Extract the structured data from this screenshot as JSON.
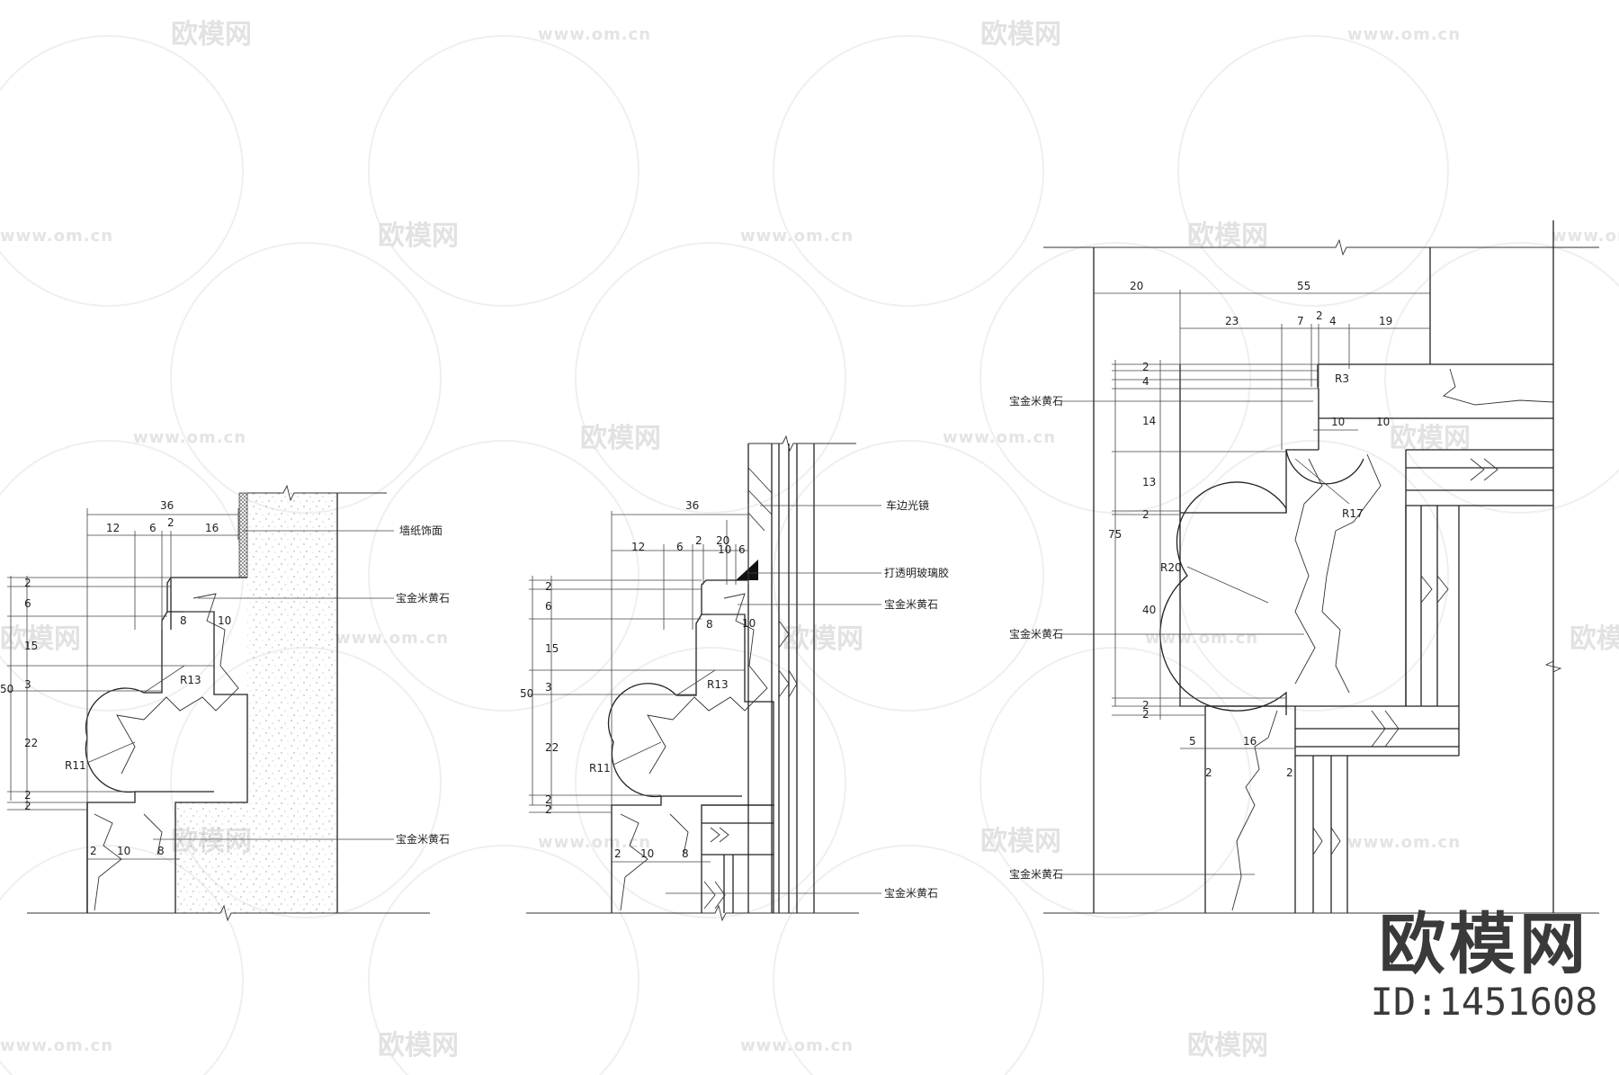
{
  "watermark": {
    "brand": "欧模网",
    "url": "www.om.cn"
  },
  "brand_mark": {
    "name": "欧模网",
    "id": "ID:1451608"
  },
  "details": [
    {
      "labels": [
        "墙纸饰面",
        "宝金米黄石",
        "宝金米黄石"
      ],
      "dims": [
        "36",
        "12",
        "6",
        "2",
        "16",
        "8",
        "10",
        "2",
        "6",
        "15",
        "3",
        "22",
        "2",
        "2",
        "50",
        "R13",
        "R11",
        "2",
        "10",
        "8"
      ]
    },
    {
      "labels": [
        "车边光镜",
        "打透明玻璃胶",
        "宝金米黄石",
        "宝金米黄石"
      ],
      "dims": [
        "36",
        "20",
        "12",
        "6",
        "2",
        "10",
        "6",
        "8",
        "10",
        "2",
        "6",
        "15",
        "50",
        "3",
        "22",
        "2",
        "2",
        "R13",
        "R11",
        "2",
        "10",
        "8"
      ]
    },
    {
      "labels": [
        "宝金米黄石",
        "宝金米黄石",
        "宝金米黄石"
      ],
      "dims": [
        "20",
        "55",
        "23",
        "7",
        "2",
        "4",
        "19",
        "2",
        "4",
        "R3",
        "14",
        "10",
        "10",
        "13",
        "R17",
        "2",
        "75",
        "R20",
        "40",
        "2",
        "2",
        "5",
        "16",
        "2",
        "2"
      ]
    }
  ]
}
